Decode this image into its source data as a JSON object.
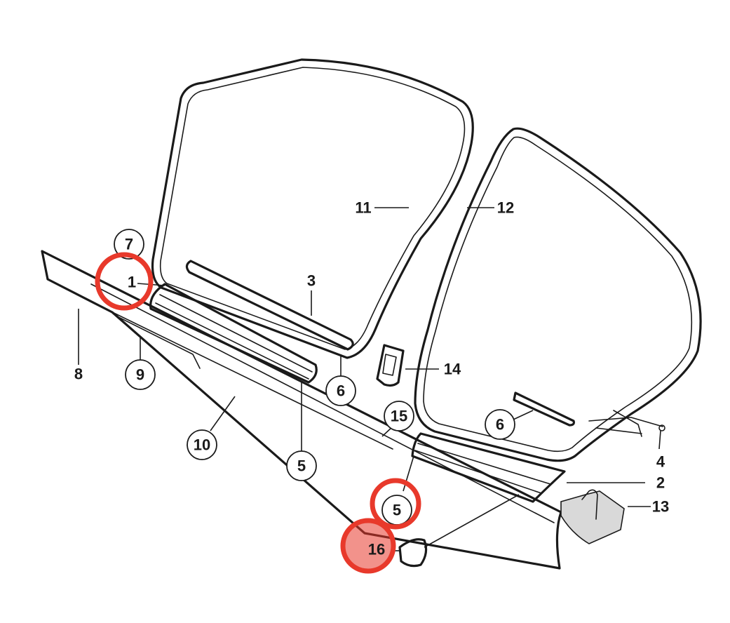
{
  "diagram": {
    "callouts": [
      {
        "id": "c1",
        "text": "1"
      },
      {
        "id": "c2",
        "text": "2"
      },
      {
        "id": "c3",
        "text": "3"
      },
      {
        "id": "c4",
        "text": "4"
      },
      {
        "id": "c5a",
        "text": "5"
      },
      {
        "id": "c5b",
        "text": "5"
      },
      {
        "id": "c6a",
        "text": "6"
      },
      {
        "id": "c6b",
        "text": "6"
      },
      {
        "id": "c7",
        "text": "7"
      },
      {
        "id": "c8",
        "text": "8"
      },
      {
        "id": "c9",
        "text": "9"
      },
      {
        "id": "c10",
        "text": "10"
      },
      {
        "id": "c11",
        "text": "11"
      },
      {
        "id": "c12",
        "text": "12"
      },
      {
        "id": "c13",
        "text": "13"
      },
      {
        "id": "c14",
        "text": "14"
      },
      {
        "id": "c15",
        "text": "15"
      },
      {
        "id": "c16",
        "text": "16"
      }
    ],
    "highlighted": [
      "1",
      "5",
      "14"
    ],
    "highlight_color": "#e8392b",
    "line_color": "#1a1a1a"
  }
}
